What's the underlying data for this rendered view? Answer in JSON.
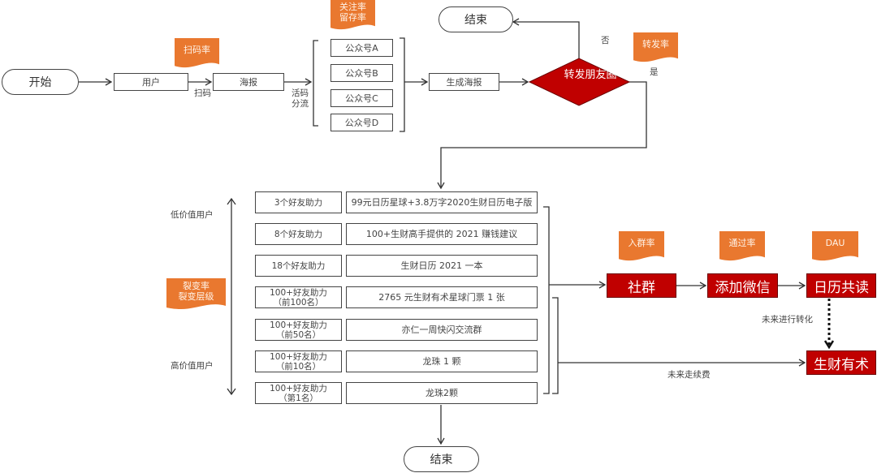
{
  "top_flow": {
    "start": "开始",
    "user": "用户",
    "scan_label": "扫码",
    "poster": "海报",
    "live_code_label": "活码\n分流",
    "accounts": [
      "公众号A",
      "公众号B",
      "公众号C",
      "公众号D"
    ],
    "generate_poster": "生成海报",
    "decision": "转发朋友圈",
    "no_label": "否",
    "yes_label": "是",
    "end_top": "结束"
  },
  "metrics": {
    "scan_rate": "扫码率",
    "follow_retention": "关注率\n留存率",
    "share_rate": "转发率",
    "fission": "裂变率\n裂变层级",
    "join_rate": "入群率",
    "pass_rate": "通过率",
    "dau": "DAU"
  },
  "tiers": {
    "low_value": "低价值用户",
    "high_value": "高价值用户",
    "rows": [
      {
        "condition": "3个好友助力",
        "reward": "99元日历星球+3.8万字2020生财日历电子版"
      },
      {
        "condition": "8个好友助力",
        "reward": "100+生财高手提供的 2021 赚钱建议"
      },
      {
        "condition": "18个好友助力",
        "reward": "生财日历 2021 一本"
      },
      {
        "condition": "100+好友助力\n（前100名）",
        "reward": "2765 元生财有术星球门票 1 张"
      },
      {
        "condition": "100+好友助力\n（前50名）",
        "reward": "亦仁一周快闪交流群"
      },
      {
        "condition": "100+好友助力\n（前10名）",
        "reward": "龙珠 1 颗"
      },
      {
        "condition": "100+好友助力\n（第1名）",
        "reward": "龙珠2颗"
      }
    ],
    "end_bottom": "结束"
  },
  "right_flow": {
    "community": "社群",
    "add_wechat": "添加微信",
    "calendar_reading": "日历共读",
    "shengcai": "生财有术",
    "future_convert": "未来进行转化",
    "future_renew": "未来走续费"
  },
  "colors": {
    "flag": "#e9782f",
    "red": "#c00000"
  }
}
